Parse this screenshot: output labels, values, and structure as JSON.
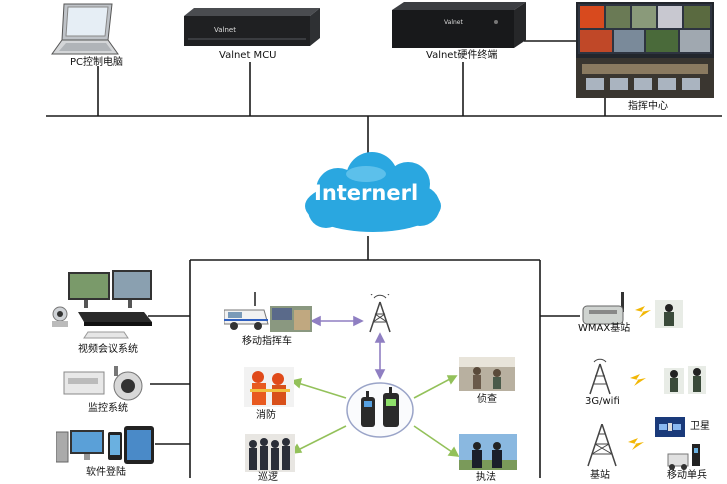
{
  "top_devices": {
    "pc": "PC控制电脑",
    "mcu": "Valnet MCU",
    "terminal": "Valnet硬件终端",
    "command_center": "指挥中心",
    "mcu_brand": "Valnet",
    "terminal_brand": "Valnet"
  },
  "cloud": {
    "label": "Internerl"
  },
  "left_systems": {
    "video_conf": "视频会议系统",
    "monitoring": "监控系统",
    "software_login": "软件登陆"
  },
  "center_units": {
    "command_vehicle": "移动指挥车",
    "fire": "消防",
    "investigation": "侦查",
    "patrol": "巡逻",
    "enforcement": "执法"
  },
  "right_networks": {
    "wmax": "WMAX基站",
    "wifi": "3G/wifi",
    "base_station": "基站",
    "satellite": "卫星",
    "mobile_soldier": "移动单兵"
  },
  "colors": {
    "line": "#1a1a1a",
    "cloud": "#2aa7e0",
    "green_arrow": "#93c15a",
    "purple_arrow": "#8f7fc2",
    "lightning": "#f2b705"
  }
}
